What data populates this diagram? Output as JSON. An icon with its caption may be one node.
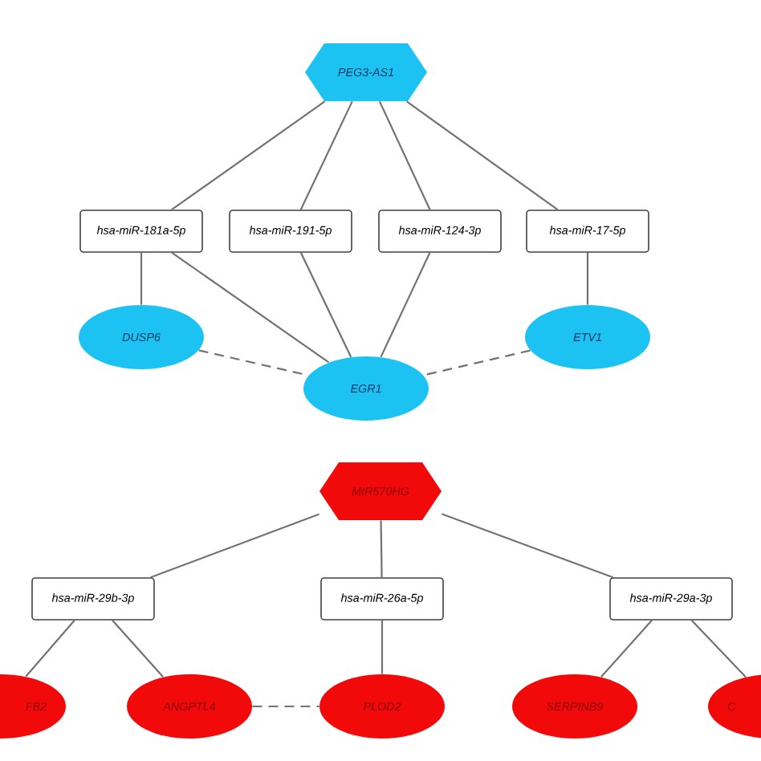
{
  "diagram": {
    "nodes": [
      {
        "text": [
          "PEG3-AS1"
        ]
      },
      {
        "text": [
          "hsa-miR-181a-5p"
        ]
      },
      {
        "text": [
          "hsa-miR-191-5p"
        ]
      },
      {
        "text": [
          "hsa-miR-124-3p"
        ]
      },
      {
        "text": [
          "hsa-miR-17-5p"
        ]
      },
      {
        "text": [
          "DUSP6"
        ]
      },
      {
        "text": [
          "ETV1"
        ]
      },
      {
        "text": [
          "EGR1"
        ]
      },
      {
        "text": [
          "MIR570HG"
        ]
      },
      {
        "text": [
          "hsa-miR-29b-3p"
        ]
      },
      {
        "text": [
          "hsa-miR-26a-5p"
        ]
      },
      {
        "text": [
          "hsa-miR-29a-3p"
        ]
      },
      {
        "text": [
          "FB2"
        ]
      },
      {
        "text": [
          "ANGPTL4"
        ]
      },
      {
        "text": [
          "PLOD2"
        ]
      },
      {
        "text": [
          "SERPINB9"
        ]
      },
      {
        "text": [
          "C"
        ]
      }
    ],
    "edges": [
      {
        "from": 0,
        "to": 1,
        "arrow": "none"
      },
      {
        "from": 0,
        "to": 2,
        "arrow": "none"
      },
      {
        "from": 0,
        "to": 3,
        "arrow": "none"
      },
      {
        "from": 0,
        "to": 4,
        "arrow": "none"
      },
      {
        "from": 1,
        "to": 5,
        "arrow": "none"
      },
      {
        "from": 1,
        "to": 7,
        "arrow": "none"
      },
      {
        "from": 2,
        "to": 7,
        "arrow": "none"
      },
      {
        "from": 3,
        "to": 7,
        "arrow": "none"
      },
      {
        "from": 4,
        "to": 6,
        "arrow": "none"
      },
      {
        "from": 5,
        "to": 7,
        "arrow": "none",
        "style": "dashed"
      },
      {
        "from": 6,
        "to": 7,
        "arrow": "none",
        "style": "dashed"
      },
      {
        "from": 8,
        "to": 9,
        "arrow": "none"
      },
      {
        "from": 8,
        "to": 10,
        "arrow": "none"
      },
      {
        "from": 8,
        "to": 11,
        "arrow": "none"
      },
      {
        "from": 9,
        "to": 12,
        "arrow": "none"
      },
      {
        "from": 9,
        "to": 13,
        "arrow": "none"
      },
      {
        "from": 10,
        "to": 14,
        "arrow": "none"
      },
      {
        "from": 11,
        "to": 15,
        "arrow": "none"
      },
      {
        "from": 11,
        "to": 16,
        "arrow": "none"
      },
      {
        "from": 13,
        "to": 14,
        "arrow": "none",
        "style": "dashed"
      }
    ]
  }
}
